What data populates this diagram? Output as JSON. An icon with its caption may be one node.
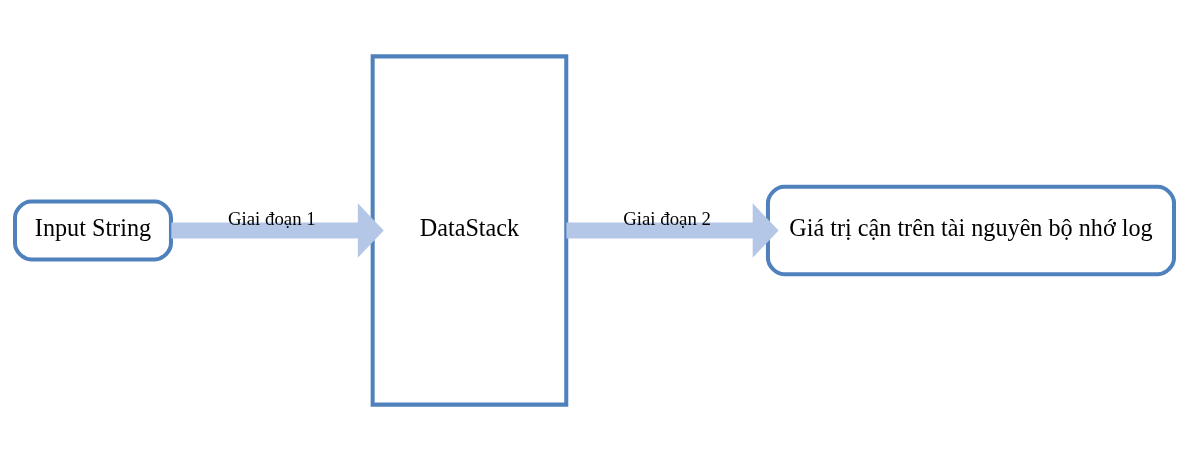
{
  "diagram": {
    "nodes": [
      {
        "text": [
          "Input String"
        ]
      },
      {
        "text": [
          "DataStack"
        ]
      },
      {
        "text": [
          "Giá trị cận trên tài nguyên bộ nhớ log"
        ]
      }
    ],
    "edges": [
      {
        "from": 0,
        "to": 1,
        "arrow": "to",
        "label": "Giai đoạn 1"
      },
      {
        "from": 1,
        "to": 2,
        "arrow": "to",
        "label": "Giai đoạn 2"
      }
    ]
  }
}
